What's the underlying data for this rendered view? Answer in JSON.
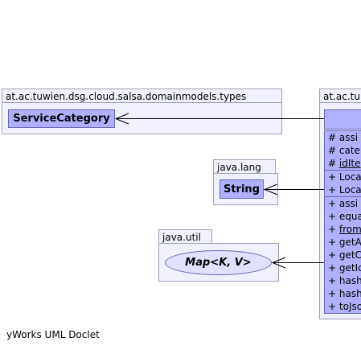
{
  "packages": {
    "types": {
      "name": "at.ac.tuwien.dsg.cloud.salsa.domainmodels.types"
    },
    "lang": {
      "name": "java.lang"
    },
    "util": {
      "name": "java.util"
    },
    "main": {
      "name": "at.ac.tu"
    }
  },
  "classes": {
    "service_category": "ServiceCategory",
    "string": "String",
    "map": "Map<K, V>"
  },
  "members": {
    "fields": [
      {
        "vis": "#",
        "name": "assi",
        "underline": false
      },
      {
        "vis": "#",
        "name": "cate",
        "underline": false
      },
      {
        "vis": "#",
        "name": "idIte",
        "underline": true
      }
    ],
    "constructors": [
      {
        "vis": "+",
        "name": "Loca",
        "underline": false
      },
      {
        "vis": "+",
        "name": "Loca",
        "underline": false
      }
    ],
    "methods": [
      {
        "vis": "+",
        "name": "assi",
        "underline": false
      },
      {
        "vis": "+",
        "name": "equa",
        "underline": false
      },
      {
        "vis": "+",
        "name": "from",
        "underline": true
      },
      {
        "vis": "+",
        "name": "getA",
        "underline": false
      },
      {
        "vis": "+",
        "name": "getC",
        "underline": false
      },
      {
        "vis": "+",
        "name": "getIc",
        "underline": false
      },
      {
        "vis": "+",
        "name": "hash",
        "underline": false
      },
      {
        "vis": "+",
        "name": "hash",
        "underline": false
      },
      {
        "vis": "+",
        "name": "toJso",
        "underline": false
      }
    ]
  },
  "footer": "yWorks UML Doclet"
}
